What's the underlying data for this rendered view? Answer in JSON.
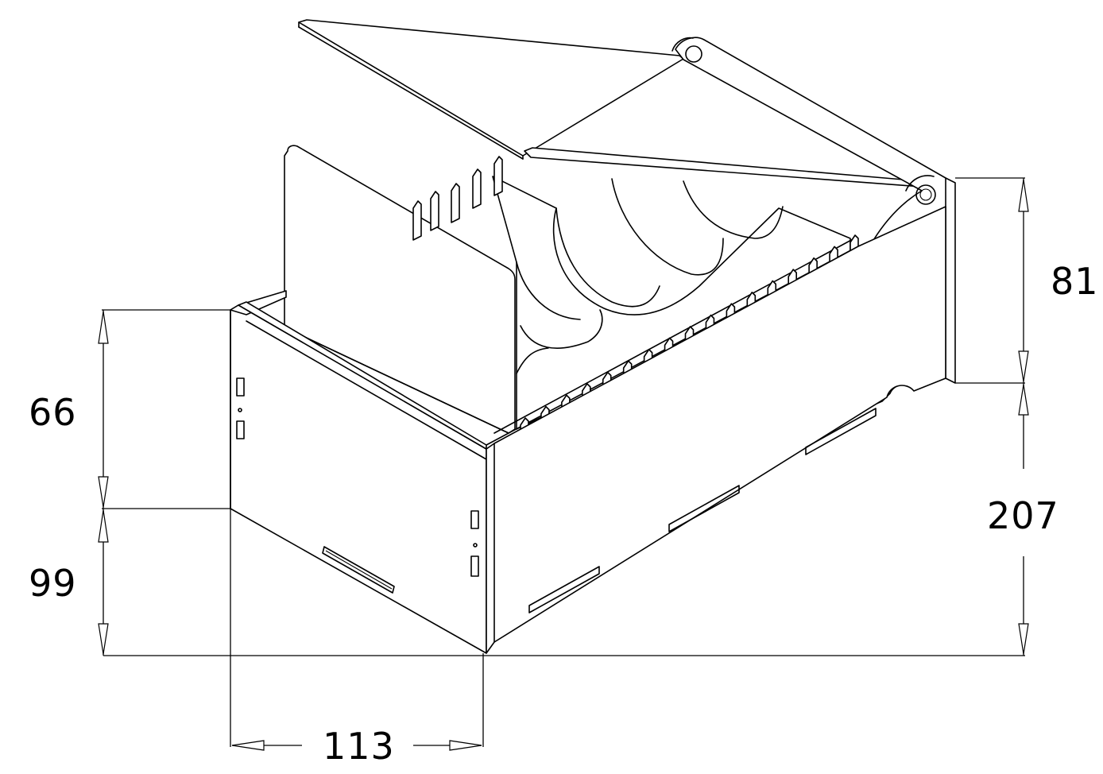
{
  "dimensions": {
    "front_height": "66",
    "base_height": "99",
    "width": "113",
    "hinge_height": "81",
    "length": "207"
  }
}
